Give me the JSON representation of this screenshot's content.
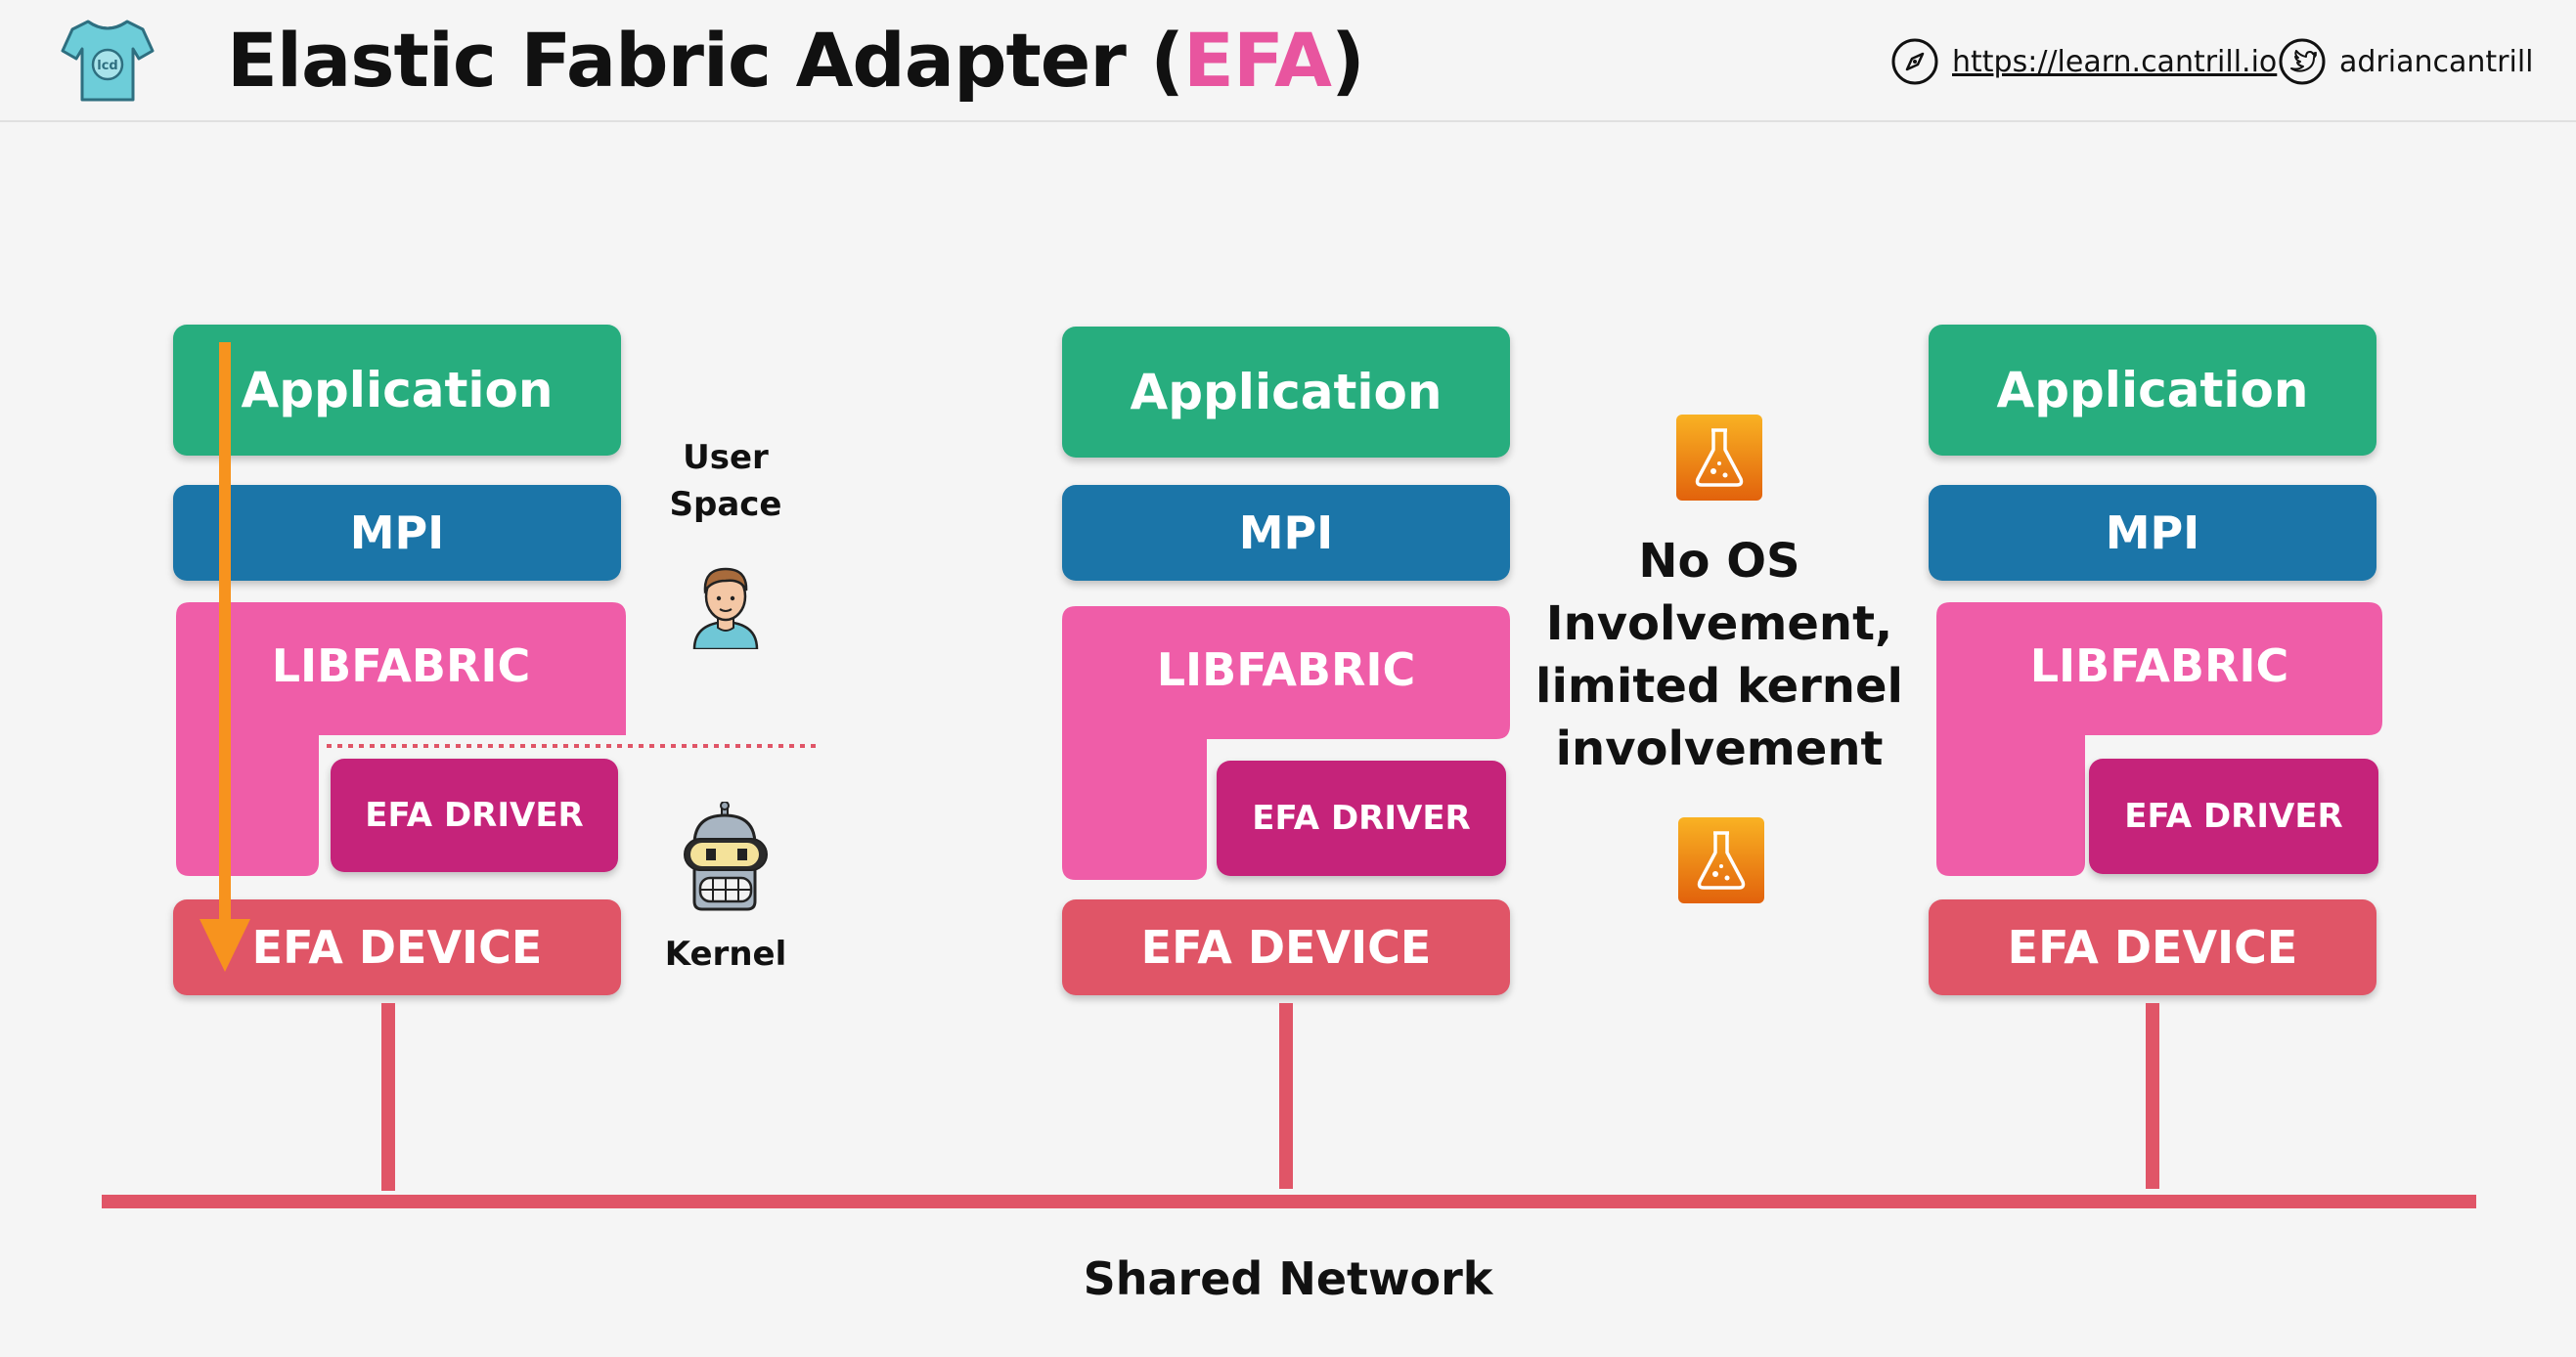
{
  "header": {
    "title_main": "Elastic Fabric Adapter (",
    "title_accent": "EFA",
    "title_close": ")",
    "website": "https://learn.cantrill.io",
    "twitter": "adriancantrill",
    "logo_icon": "tshirt-logo-icon",
    "website_icon": "compass-icon",
    "twitter_icon": "twitter-bird-icon"
  },
  "stacks": [
    {
      "application": "Application",
      "mpi": "MPI",
      "libfabric": "LIBFABRIC",
      "efa_driver": "EFA DRIVER",
      "efa_device": "EFA DEVICE"
    },
    {
      "application": "Application",
      "mpi": "MPI",
      "libfabric": "LIBFABRIC",
      "efa_driver": "EFA DRIVER",
      "efa_device": "EFA DEVICE"
    },
    {
      "application": "Application",
      "mpi": "MPI",
      "libfabric": "LIBFABRIC",
      "efa_driver": "EFA DRIVER",
      "efa_device": "EFA DEVICE"
    }
  ],
  "labels": {
    "user_space_line1": "User",
    "user_space_line2": "Space",
    "kernel": "Kernel",
    "note_line1": "No OS",
    "note_line2": "Involvement,",
    "note_line3": "limited kernel",
    "note_line4": "involvement",
    "shared_network": "Shared Network"
  },
  "icons": {
    "user": "user-avatar-icon",
    "kernel": "robot-head-icon",
    "flask": "flask-icon"
  },
  "colors": {
    "application": "#27ad7e",
    "mpi": "#1b75a8",
    "libfabric": "#ef5da8",
    "efa_driver": "#c5237a",
    "efa_device": "#e05567",
    "network": "#e05567",
    "arrow": "#f7931e",
    "accent": "#e8559f"
  }
}
